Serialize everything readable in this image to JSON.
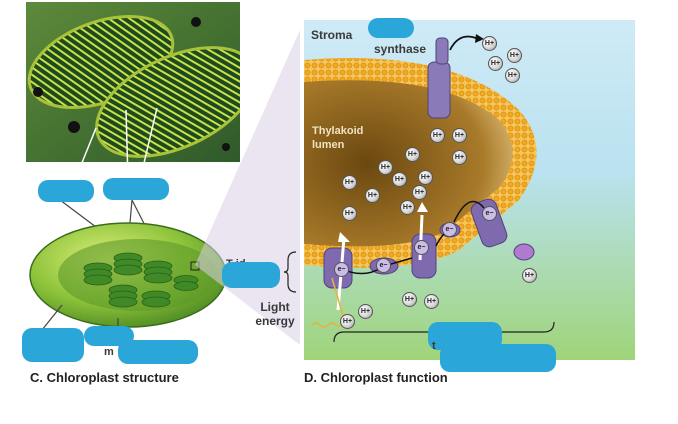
{
  "left_panel": {
    "caption": "C. Chloroplast structure",
    "partial_label_m": "m"
  },
  "right_panel": {
    "caption": "D. Chloroplast function",
    "stroma_label": "Stroma",
    "synthase_label": "synthase",
    "thylakoid_lumen_label": "Thylakoid lumen",
    "thylakoid_membrane_fragment_top": "T     id",
    "thylakoid_membrane_fragment_bottom": "e",
    "light_energy_label": "Light energy",
    "partial_label_t": "t",
    "ion_label": "H+",
    "electron_label": "e−"
  },
  "colors": {
    "redaction": "#2aa7d8",
    "membrane": "#f2b13a",
    "lumen": "#8a5a14",
    "protein": "#8a7ab8",
    "stroma_top": "#cfeaf6",
    "stroma_bottom": "#9fd47a"
  }
}
